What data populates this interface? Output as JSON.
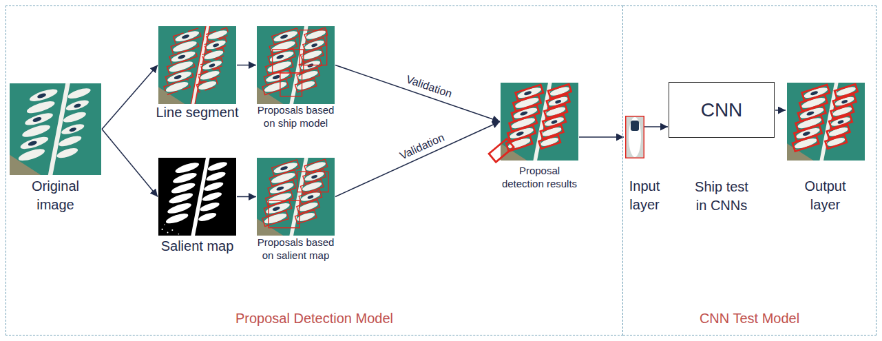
{
  "diagram": {
    "nodes": [
      {
        "text": [
          "Proposal Detection Model"
        ]
      },
      {
        "text": [
          "Original image"
        ],
        "in": 0
      },
      {
        "text": [
          "Line segment"
        ],
        "in": 0
      },
      {
        "text": [
          "Salient map"
        ],
        "in": 0
      },
      {
        "text": [
          "Proposals based on ship model"
        ],
        "in": 0
      },
      {
        "text": [
          "Proposals based on salient map"
        ],
        "in": 0
      },
      {
        "text": [
          "Proposal detection results"
        ],
        "in": 0
      },
      {
        "text": [
          "CNN Test Model"
        ]
      },
      {
        "text": [
          "Input layer"
        ],
        "in": 7
      },
      {
        "text": [
          "CNN",
          "Ship test in CNNs"
        ],
        "in": 7
      },
      {
        "text": [
          "Output layer"
        ],
        "in": 7
      }
    ],
    "edges": [
      {
        "from": 1,
        "to": 2,
        "arrow": "to"
      },
      {
        "from": 1,
        "to": 3,
        "arrow": "to"
      },
      {
        "from": 2,
        "to": 4,
        "arrow": "to"
      },
      {
        "from": 3,
        "to": 5,
        "arrow": "to"
      },
      {
        "from": 4,
        "to": 6,
        "label": "Validation",
        "arrow": "to"
      },
      {
        "from": 5,
        "to": 6,
        "label": "Validation",
        "arrow": "to"
      },
      {
        "from": 6,
        "to": 8,
        "arrow": "to"
      },
      {
        "from": 8,
        "to": 9,
        "arrow": "to"
      },
      {
        "from": 9,
        "to": 10,
        "arrow": "to"
      }
    ]
  }
}
